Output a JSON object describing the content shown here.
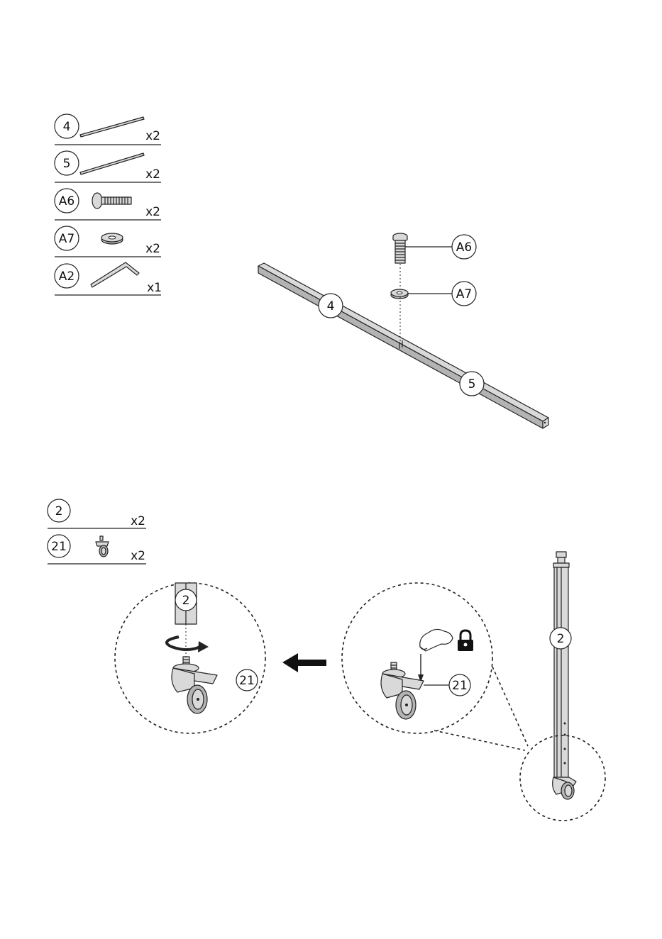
{
  "step1": {
    "parts": [
      {
        "label": "4",
        "qty": "x2",
        "icon": "rod-icon"
      },
      {
        "label": "5",
        "qty": "x2",
        "icon": "rod-icon"
      },
      {
        "label": "A6",
        "qty": "x2",
        "icon": "bolt-icon"
      },
      {
        "label": "A7",
        "qty": "x2",
        "icon": "washer-icon"
      },
      {
        "label": "A2",
        "qty": "x1",
        "icon": "allen-key-icon"
      }
    ],
    "callouts": {
      "bolt": "A6",
      "washer": "A7",
      "rod_left": "4",
      "rod_right": "5"
    }
  },
  "step2": {
    "parts": [
      {
        "label": "2",
        "qty": "x2",
        "icon": ""
      },
      {
        "label": "21",
        "qty": "x2",
        "icon": "caster-wheel-icon"
      }
    ],
    "callouts": {
      "left_tube": "2",
      "left_wheel": "21",
      "right_wheel": "21",
      "pole": "2"
    },
    "icons": [
      "rotate-arrow-icon",
      "left-arrow-icon",
      "press-hand-icon",
      "lock-icon"
    ]
  },
  "colors": {
    "line": "#222222",
    "fill": "#d9d9d9",
    "dark": "#b3b3b3"
  }
}
